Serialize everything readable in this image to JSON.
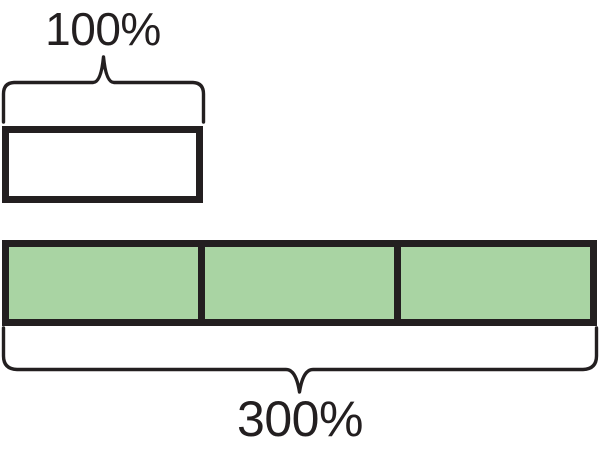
{
  "diagram": {
    "type": "tape-diagram",
    "title": "",
    "background_color": "#ffffff",
    "stroke_color": "#231f20",
    "fill_color": "#a9d4a3",
    "unit_fill_color": "#ffffff",
    "top": {
      "label": "100%",
      "brace_name": "brace-100",
      "bar_name": "unit-bar",
      "segments": 1,
      "segment_values": [
        100
      ]
    },
    "bottom": {
      "label": "300%",
      "brace_name": "brace-300",
      "bar_name": "triple-bar",
      "segments": 3,
      "segment_values": [
        100,
        100,
        100
      ]
    }
  },
  "chart_data": {
    "type": "bar",
    "title": "",
    "subtitle": "",
    "xlabel": "",
    "ylabel": "",
    "orientation": "horizontal",
    "categories": [
      "100%",
      "300%"
    ],
    "values": [
      100,
      300
    ],
    "labels": [
      "100%",
      "300%"
    ],
    "segments_per_bar": [
      1,
      3
    ],
    "unit_value": 100,
    "unit_label": "100%",
    "colors": [
      "#ffffff",
      "#a9d4a3"
    ],
    "stroke": "#231f20",
    "grid": false,
    "legend": "none",
    "xlim": [
      0,
      300
    ],
    "annotations": [
      {
        "name": "brace-100",
        "text": "100%",
        "spans": [
          0,
          100
        ],
        "position": "above"
      },
      {
        "name": "brace-300",
        "text": "300%",
        "spans": [
          0,
          300
        ],
        "position": "below"
      }
    ]
  }
}
